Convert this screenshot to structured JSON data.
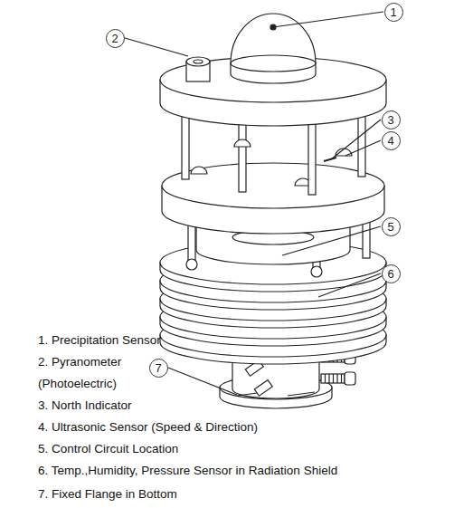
{
  "diagram": {
    "nodes": [
      {
        "text": [
          "1"
        ]
      },
      {
        "text": [
          "2"
        ]
      },
      {
        "text": [
          "3"
        ]
      },
      {
        "text": [
          "4"
        ]
      },
      {
        "text": [
          "5"
        ]
      },
      {
        "text": [
          "6"
        ]
      },
      {
        "text": [
          "7"
        ]
      }
    ],
    "labels": [
      "1. Precipitation Sensor",
      "2. Pyranometer (Photoelectric)",
      "3. North Indicator",
      "4. Ultrasonic Sensor (Speed & Direction)",
      "5. Control Circuit Location",
      "6. Temp.,Humidity, Pressure Sensor in Radiation Shield",
      "7. Fixed Flange in Bottom"
    ]
  }
}
